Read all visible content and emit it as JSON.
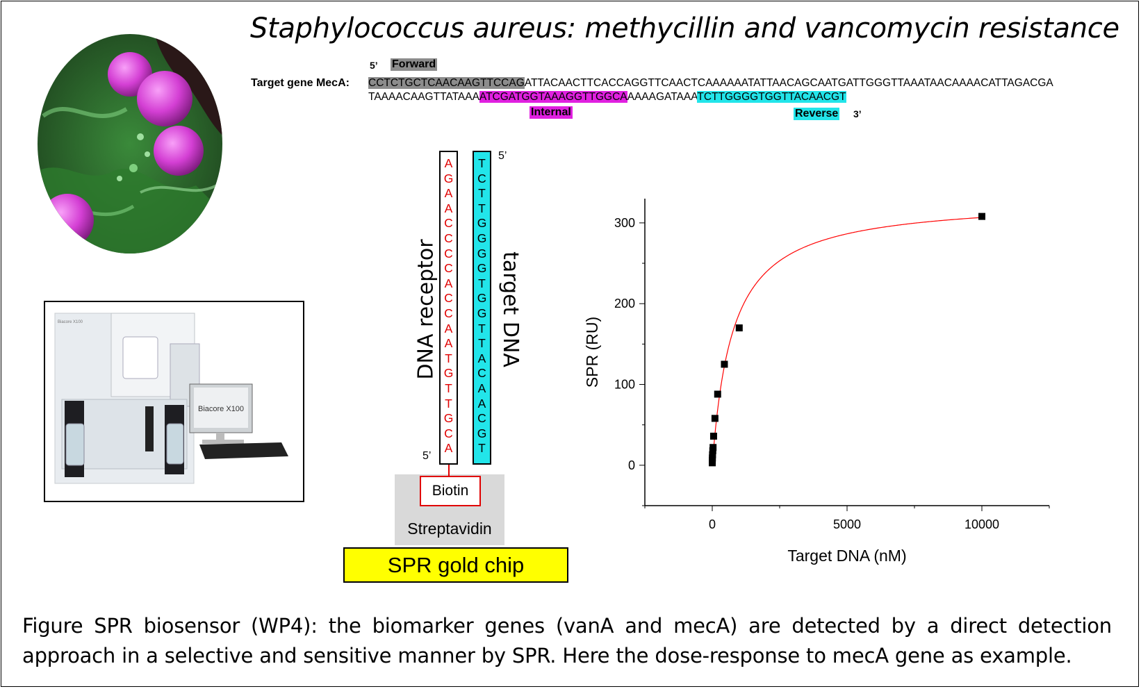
{
  "title": "Staphylococcus aureus: methycillin and vancomycin resistance",
  "sequence": {
    "label": "Target gene MecA:",
    "forward_prime": "5’",
    "forward_tag": "Forward",
    "line1_forward": "CCTCTGCTCAACAAGTTCCAG",
    "line1_rest": "ATTACAACTTCACCAGGTTCAACTCAAAAAATATTAACAGCAATGATTGGGTTAAATAACAAAACATTAGACGA",
    "line2_start": "TAAAACAAGTTATAAA",
    "line2_internal": "ATCGATGGTAAAGGTTGGCA",
    "line2_mid": "AAAAGATAAA",
    "line2_reverse": "TCTTGGGGTGGTTACAACGT",
    "internal_tag": "Internal",
    "reverse_tag": "Reverse",
    "reverse_prime": "3’"
  },
  "dna": {
    "receptor_label": "DNA receptor",
    "target_label": "target DNA",
    "receptor_bases": [
      "A",
      "G",
      "A",
      "A",
      "C",
      "C",
      "C",
      "C",
      "A",
      "C",
      "C",
      "A",
      "A",
      "T",
      "G",
      "T",
      "T",
      "G",
      "C",
      "A"
    ],
    "target_bases": [
      "T",
      "C",
      "T",
      "T",
      "G",
      "G",
      "G",
      "G",
      "T",
      "G",
      "G",
      "T",
      "T",
      "A",
      "C",
      "A",
      "A",
      "C",
      "G",
      "T"
    ],
    "receptor_prime": "5’",
    "target_prime": "5’",
    "biotin": "Biotin",
    "streptavidin": "Streptavidin",
    "chip": "SPR gold chip"
  },
  "instrument": {
    "screen_text": "Biacore X100",
    "device_label": "Biacore X100"
  },
  "chart_data": {
    "type": "scatter",
    "xlabel": "Target DNA (nM)",
    "ylabel": "SPR (RU)",
    "xlim": [
      -2500,
      12500
    ],
    "ylim": [
      -50,
      330
    ],
    "xticks": [
      0,
      5000,
      10000
    ],
    "yticks": [
      0,
      100,
      200,
      300
    ],
    "x_tick_labels": [
      "0",
      "5000",
      "10000"
    ],
    "y_tick_labels": [
      "0",
      "100",
      "200",
      "300"
    ],
    "points": [
      {
        "x": 0,
        "y": 3
      },
      {
        "x": 2,
        "y": 6
      },
      {
        "x": 5,
        "y": 9
      },
      {
        "x": 10,
        "y": 13
      },
      {
        "x": 20,
        "y": 18
      },
      {
        "x": 30,
        "y": 22
      },
      {
        "x": 50,
        "y": 36
      },
      {
        "x": 100,
        "y": 58
      },
      {
        "x": 200,
        "y": 88
      },
      {
        "x": 450,
        "y": 125
      },
      {
        "x": 1000,
        "y": 170
      },
      {
        "x": 10000,
        "y": 308
      }
    ],
    "fit": {
      "model": "hyperbolic",
      "bmax": 330,
      "kd": 760,
      "x_from": 0,
      "x_to": 10000
    },
    "fit_color": "#ff0000",
    "marker_color": "#000000"
  },
  "caption": {
    "bold": "Figure SPR biosensor (WP4):",
    "text": " the biomarker genes (vanA and mecA) are detected by a direct detection approach in a selective and sensitive manner by SPR. Here the dose-response to mecA gene as example."
  }
}
